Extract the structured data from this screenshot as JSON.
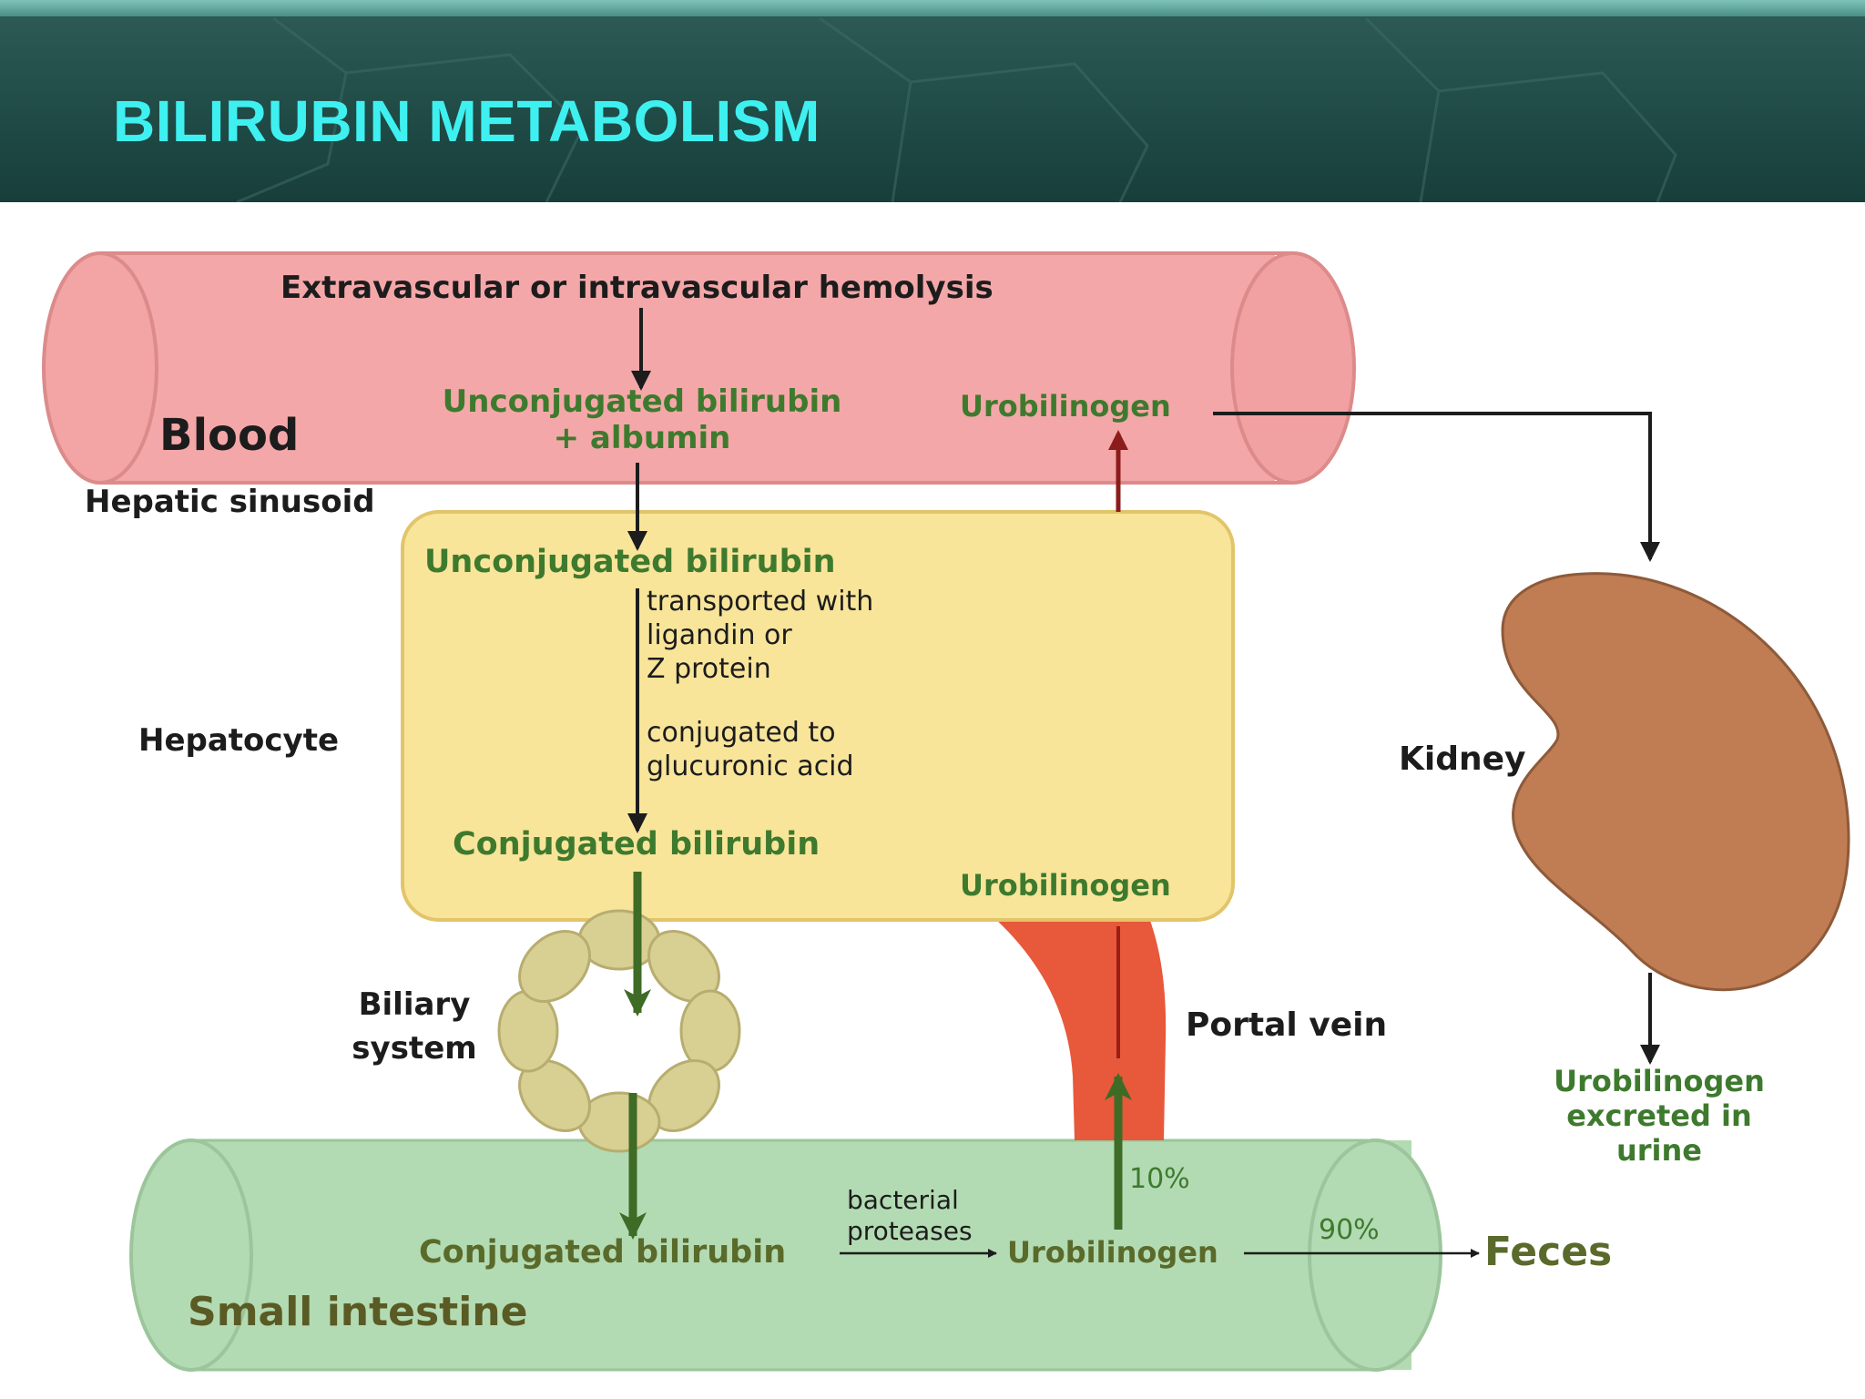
{
  "header": {
    "title": "BILIRUBIN METABOLISM"
  },
  "colors": {
    "blood_vessel": "#f4a7a8",
    "hepatocyte": "#f8e59a",
    "small_intestine": "#b3dbb3",
    "kidney": "#c07c52",
    "portal_vein": "#e8583a",
    "biliary_system": "#d8cf93",
    "title": "#3ff0f0"
  },
  "icons": [
    "kidney-icon",
    "biliary-ring-icon",
    "blood-vessel-tube",
    "intestine-tube",
    "portal-vein-shape"
  ],
  "diagram": {
    "hemolysis": "Extravascular or intravascular hemolysis",
    "blood_label": "Blood",
    "blood_unconj_line1": "Unconjugated bilirubin",
    "blood_unconj_line2": "+ albumin",
    "blood_urobilinogen": "Urobilinogen",
    "hepatic_sinusoid": "Hepatic sinusoid",
    "hepatocyte_label": "Hepatocyte",
    "hep_unconj": "Unconjugated bilirubin",
    "transport_lines": [
      "transported with",
      "ligandin or",
      "Z protein"
    ],
    "conjugation_lines": [
      "conjugated to",
      "glucuronic acid"
    ],
    "hep_conj": "Conjugated bilirubin",
    "hep_urobilinogen": "Urobilinogen",
    "biliary_lines": [
      "Biliary",
      "system"
    ],
    "portal_vein": "Portal vein",
    "kidney_label": "Kidney",
    "urine_lines": [
      "Urobilinogen",
      "excreted in",
      "urine"
    ],
    "intestine_conj": "Conjugated bilirubin",
    "bacterial_lines": [
      "bacterial",
      "proteases"
    ],
    "intestine_urobilinogen": "Urobilinogen",
    "pct_10": "10%",
    "pct_90": "90%",
    "feces": "Feces",
    "small_intestine": "Small intestine"
  }
}
